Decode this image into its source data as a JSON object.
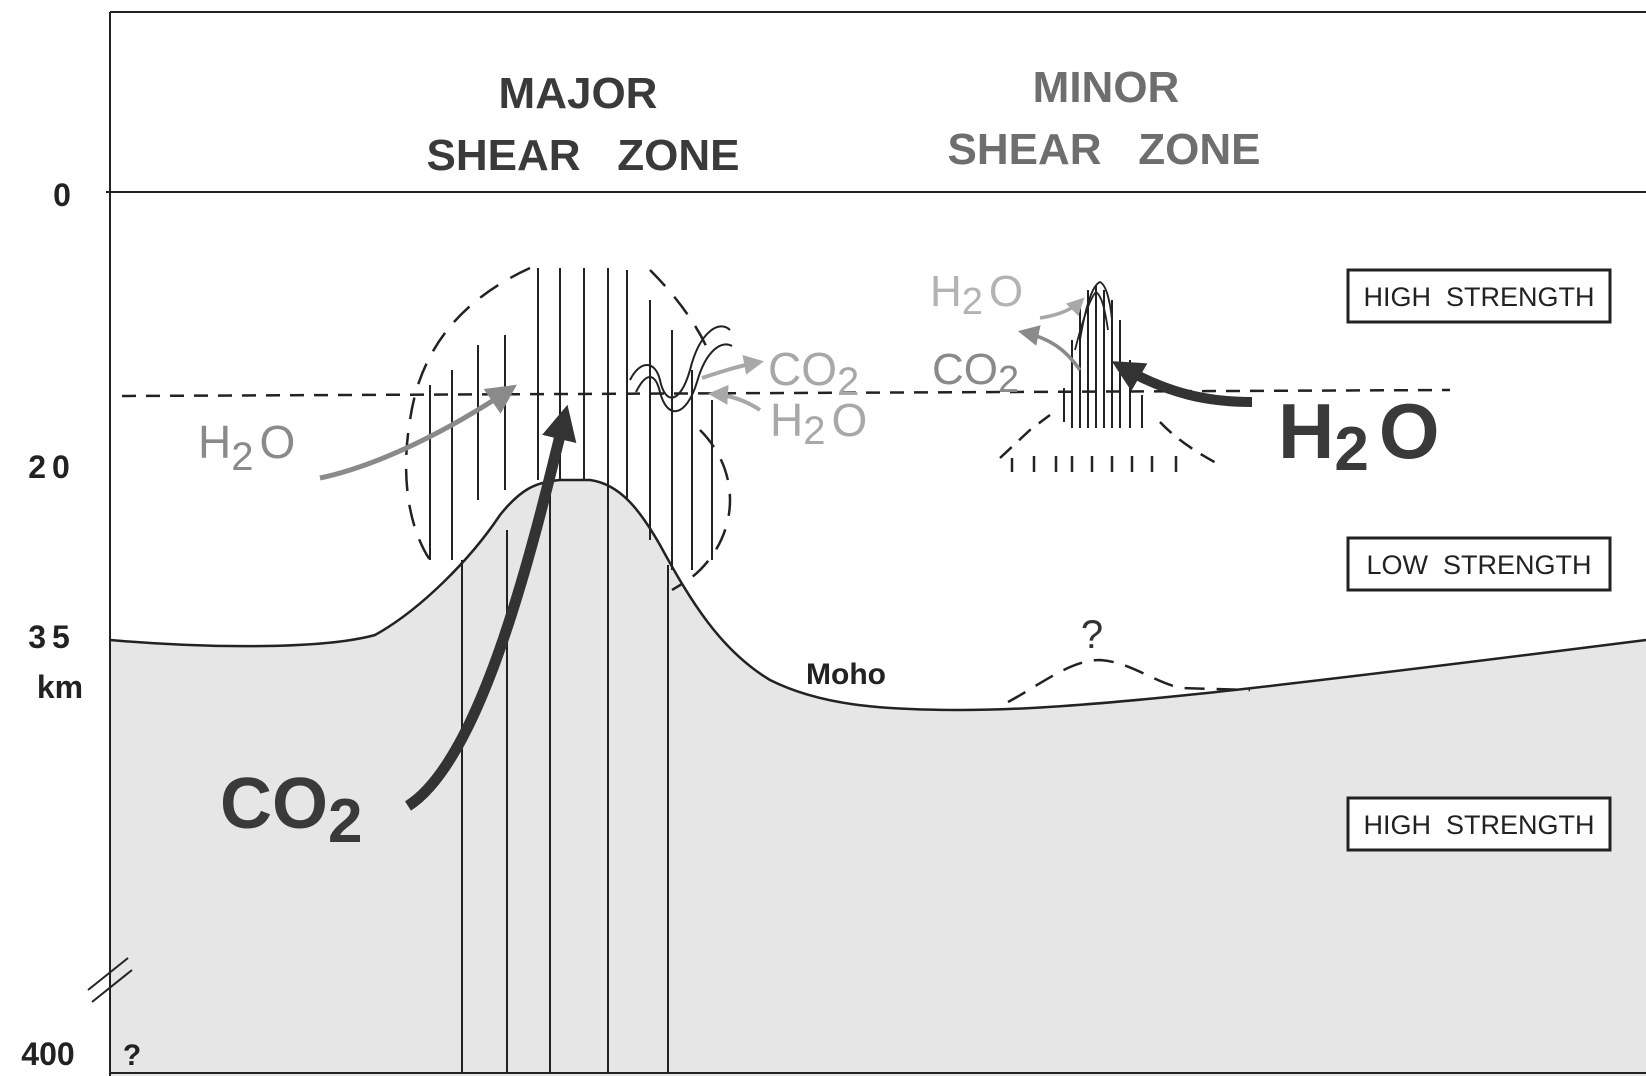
{
  "depth_axis": {
    "ticks": [
      "0",
      "20",
      "35",
      "km",
      "400",
      "?"
    ]
  },
  "headings": {
    "major_line1": "MAJOR",
    "major_line2": "SHEAR   ZONE",
    "minor_line1": "MINOR",
    "minor_line2": "SHEAR   ZONE"
  },
  "strength_boxes": {
    "upper": "HIGH  STRENGTH",
    "middle": "LOW  STRENGTH",
    "lower": "HIGH  STRENGTH"
  },
  "labels": {
    "moho": "Moho",
    "question": "?"
  },
  "fluids": {
    "major_h2o_in": {
      "base": "H",
      "sub": "2",
      "end": "O"
    },
    "major_co2_out": {
      "base": "CO",
      "sub": "2"
    },
    "major_h2o_out": {
      "base": "H",
      "sub": "2",
      "end": "O"
    },
    "major_co2_big": {
      "base": "CO",
      "sub": "2"
    },
    "minor_h2o_out": {
      "base": "H",
      "sub": "2",
      "end": "O"
    },
    "minor_co2_out": {
      "base": "CO",
      "sub": "2"
    },
    "minor_h2o_big": {
      "base": "H",
      "sub": "2",
      "end": "O"
    }
  },
  "colors": {
    "mantle_fill": "#e6e6e6",
    "line": "#222222",
    "light_text": "#a8a8a8",
    "mid_text": "#6e6e6e",
    "dark_text": "#3a3a3a"
  }
}
